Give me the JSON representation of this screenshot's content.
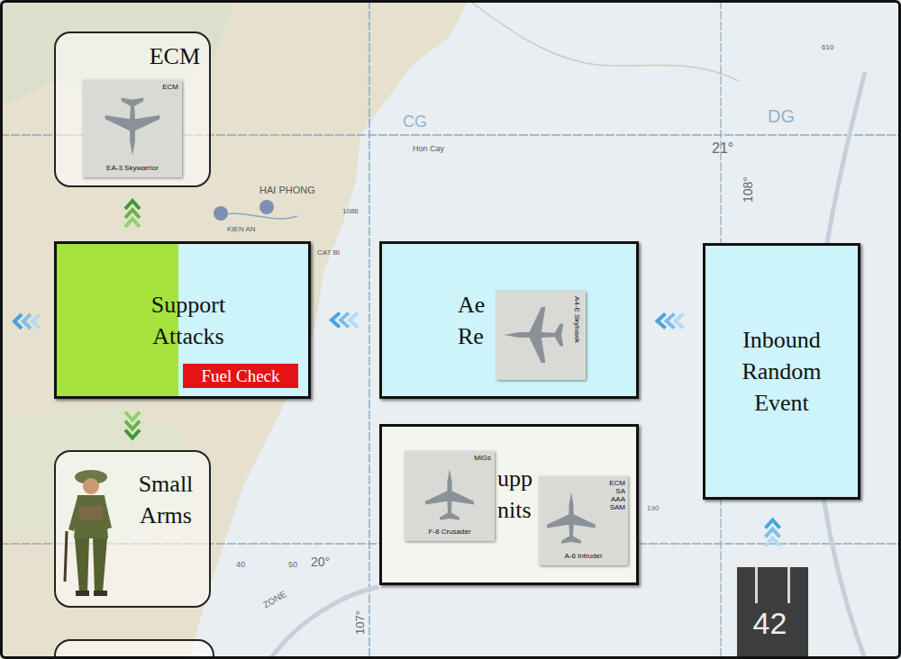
{
  "diagram": {
    "nodes": [
      {
        "text": [
          "ECM"
        ]
      },
      {
        "text": [
          "ECM",
          "EA-3 Skywarrior"
        ],
        "in": 0
      },
      {
        "text": [
          "Support Attacks"
        ]
      },
      {
        "text": [
          "Fuel Check"
        ],
        "in": 2
      },
      {
        "text": [
          "Ae Re"
        ]
      },
      {
        "text": [
          "A4-E Skyhawk"
        ],
        "in": 4
      },
      {
        "text": [
          "upp nits"
        ]
      },
      {
        "text": [
          "MiGs",
          "F-8 Crusader"
        ],
        "in": 6
      },
      {
        "text": [
          "ECM SA AAA SAM",
          "A-6 Intruder"
        ],
        "in": 6
      },
      {
        "text": [
          "Inbound Random Event"
        ]
      },
      {
        "text": [
          "Small Arms"
        ]
      },
      {
        "text": [
          "42"
        ]
      }
    ],
    "edges": [
      {
        "from": 9,
        "to": 4,
        "arrow": "to"
      },
      {
        "from": 4,
        "to": 2,
        "arrow": "to"
      },
      {
        "from": 2,
        "to": 0,
        "arrow": "to"
      },
      {
        "from": 2,
        "to": 10,
        "arrow": "to"
      },
      {
        "from": 11,
        "to": 9,
        "arrow": "to"
      }
    ],
    "labels": [
      "HAI PHONG",
      "CAT BI",
      "KIEN AN",
      "1086",
      "Hon Cay",
      "CG",
      "DG",
      "21°",
      "108°",
      "610",
      "20°",
      "107°",
      "ZONE",
      "190",
      "40",
      "50"
    ]
  }
}
